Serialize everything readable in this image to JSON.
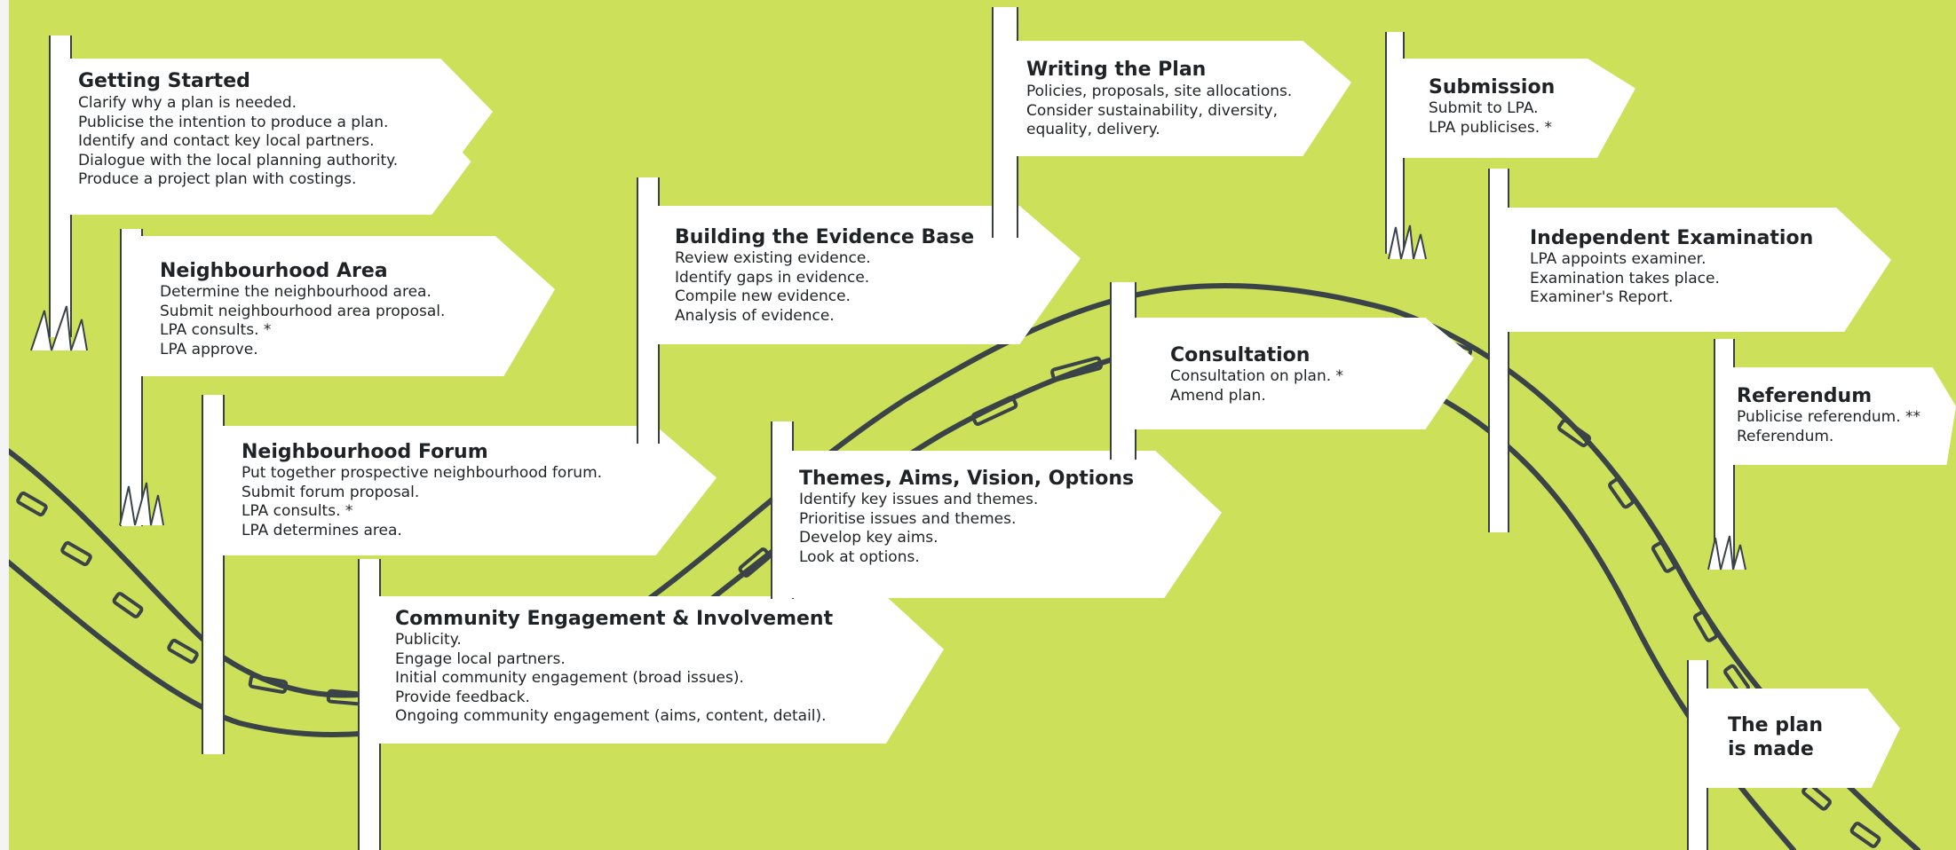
{
  "signs": [
    {
      "title": "Getting Started",
      "lines": [
        "Clarify why a plan is needed.",
        "Publicise the intention to produce a plan.",
        "Identify and contact key local partners.",
        "Dialogue with the local planning authority.",
        "Produce a project plan with costings."
      ]
    },
    {
      "title": "Neighbourhood Area",
      "lines": [
        "Determine the neighbourhood area.",
        "Submit neighbourhood area proposal.",
        "LPA consults. *",
        "LPA approve."
      ]
    },
    {
      "title": "Neighbourhood Forum",
      "lines": [
        "Put together prospective neighbourhood forum.",
        "Submit forum proposal.",
        "LPA consults. *",
        "LPA determines area."
      ]
    },
    {
      "title": "Community Engagement & Involvement",
      "lines": [
        "Publicity.",
        "Engage local partners.",
        "Initial community engagement (broad issues).",
        "Provide feedback.",
        "Ongoing community engagement (aims, content, detail)."
      ]
    },
    {
      "title": "Building the Evidence Base",
      "lines": [
        "Review existing evidence.",
        "Identify gaps in evidence.",
        "Compile new evidence.",
        "Analysis of evidence."
      ]
    },
    {
      "title": "Themes, Aims, Vision, Options",
      "lines": [
        "Identify key issues and themes.",
        "Prioritise issues and themes.",
        "Develop key aims.",
        "Look at options."
      ]
    },
    {
      "title": "Writing the Plan",
      "lines": [
        "Policies, proposals, site allocations.",
        "Consider sustainability, diversity,",
        "equality, delivery."
      ]
    },
    {
      "title": "Consultation",
      "lines": [
        "Consultation on plan. *",
        "Amend plan."
      ]
    },
    {
      "title": "Submission",
      "lines": [
        "Submit to LPA.",
        "LPA publicises. *"
      ]
    },
    {
      "title": "Independent Examination",
      "lines": [
        "LPA appoints examiner.",
        "Examination takes place.",
        "Examiner's Report."
      ]
    },
    {
      "title": "Referendum",
      "lines": [
        "Publicise referendum. **",
        "Referendum."
      ]
    },
    {
      "title": "The plan is made",
      "lines": []
    }
  ],
  "final_title_lines": [
    "The plan",
    "is made"
  ],
  "colors": {
    "background": "#cde05a",
    "road": "#3a4347",
    "board": "#ffffff",
    "text": "#1f2325"
  }
}
